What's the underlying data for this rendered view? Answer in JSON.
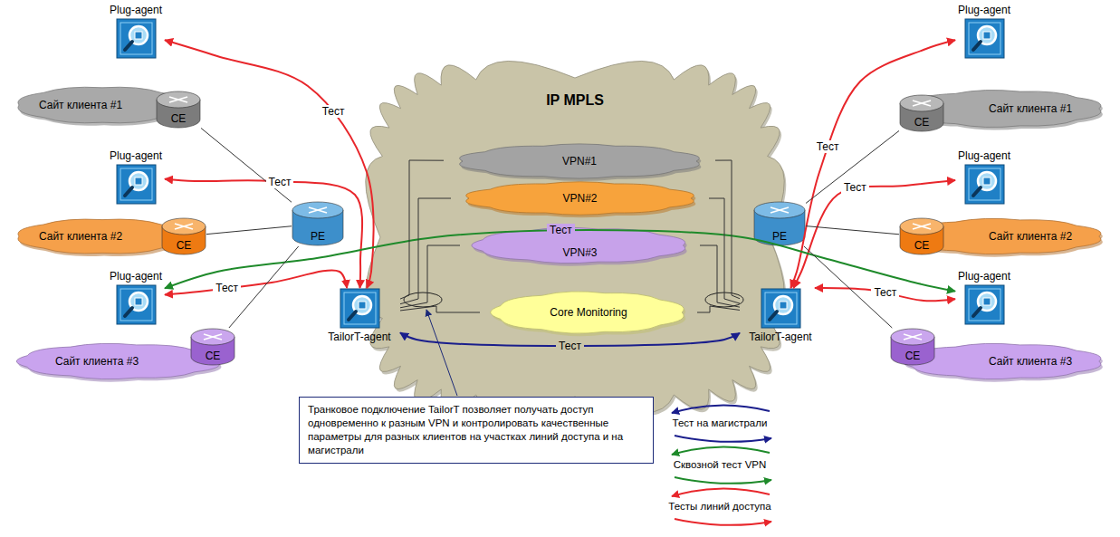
{
  "diagram": {
    "nodes": [
      {
        "text": [
          "Plug-agent"
        ]
      },
      {
        "text": [
          "Plug-agent"
        ]
      },
      {
        "text": [
          "Сайт клиента #1"
        ]
      },
      {
        "text": [
          "CE"
        ]
      },
      {
        "text": [
          "IP MPLS"
        ]
      },
      {
        "text": [
          "VPN#1"
        ],
        "in": 4
      },
      {
        "text": [
          "Сайт клиента #1"
        ]
      },
      {
        "text": [
          "CE"
        ]
      },
      {
        "text": [
          "Plug-agent"
        ]
      },
      {
        "text": [
          "Plug-agent"
        ]
      },
      {
        "text": [
          "VPN#2"
        ],
        "in": 4
      },
      {
        "text": [
          "Сайт клиента #2"
        ]
      },
      {
        "text": [
          "CE"
        ]
      },
      {
        "text": [
          "PE"
        ]
      },
      {
        "text": [
          "PE"
        ]
      },
      {
        "text": [
          "Сайт клиента #2"
        ]
      },
      {
        "text": [
          "CE"
        ]
      },
      {
        "text": [
          "VPN#3"
        ],
        "in": 4
      },
      {
        "text": [
          "Plug-agent"
        ]
      },
      {
        "text": [
          "Plug-agent"
        ]
      },
      {
        "text": [
          "Сайт клиента #3"
        ]
      },
      {
        "text": [
          "CE"
        ]
      },
      {
        "text": [
          "TailorT-agent"
        ]
      },
      {
        "text": [
          "Core Monitoring"
        ],
        "in": 4
      },
      {
        "text": [
          "TailorT-agent"
        ]
      },
      {
        "text": [
          "Сайт клиента #3"
        ]
      },
      {
        "text": [
          "CE"
        ]
      },
      {
        "text": [
          "Транковое подключение TailorT позволяет получать доступ одновременно к разным VPN и контролировать качественные параметры для разных клиентов на участках линий доступа и на магистрали"
        ]
      }
    ],
    "edges": [
      {
        "from": 22,
        "to": 0,
        "arrow": "both",
        "label": "Тест"
      },
      {
        "from": 22,
        "to": 8,
        "arrow": "both",
        "label": "Тест"
      },
      {
        "from": 22,
        "to": 18,
        "arrow": "both",
        "label": "Тест"
      },
      {
        "from": 24,
        "to": 1,
        "arrow": "both",
        "label": "Тест"
      },
      {
        "from": 24,
        "to": 9,
        "arrow": "both",
        "label": "Тест"
      },
      {
        "from": 24,
        "to": 19,
        "arrow": "both",
        "label": "Тест"
      },
      {
        "from": 18,
        "to": 19,
        "arrow": "both",
        "label": "Тест"
      },
      {
        "from": 22,
        "to": 24,
        "arrow": "both",
        "label": "Тест"
      },
      {
        "from": 3,
        "to": 13,
        "arrow": "none"
      },
      {
        "from": 12,
        "to": 13,
        "arrow": "none"
      },
      {
        "from": 21,
        "to": 13,
        "arrow": "none"
      },
      {
        "from": 14,
        "to": 7,
        "arrow": "none"
      },
      {
        "from": 14,
        "to": 16,
        "arrow": "none"
      },
      {
        "from": 14,
        "to": 26,
        "arrow": "none"
      },
      {
        "from": 22,
        "to": 5,
        "arrow": "none"
      },
      {
        "from": 22,
        "to": 10,
        "arrow": "none"
      },
      {
        "from": 22,
        "to": 17,
        "arrow": "none"
      },
      {
        "from": 22,
        "to": 23,
        "arrow": "none"
      },
      {
        "from": 24,
        "to": 5,
        "arrow": "none"
      },
      {
        "from": 24,
        "to": 10,
        "arrow": "none"
      },
      {
        "from": 24,
        "to": 17,
        "arrow": "none"
      },
      {
        "from": 24,
        "to": 23,
        "arrow": "none"
      }
    ],
    "legend": [
      {
        "text": "Тест на магистрали"
      },
      {
        "text": "Сквозной тест VPN"
      },
      {
        "text": "Тесты линий доступа"
      }
    ]
  }
}
